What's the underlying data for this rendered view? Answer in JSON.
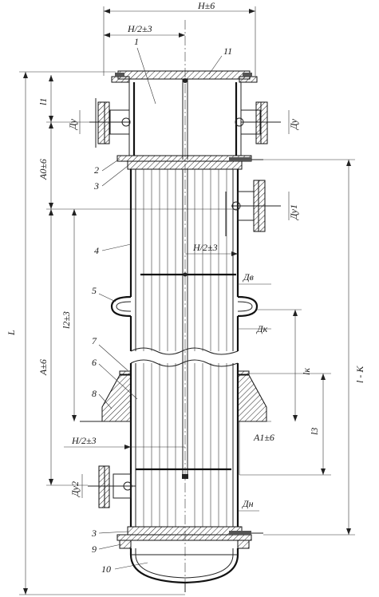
{
  "dimensions": {
    "top_width": "H±6",
    "half_top": "H/2±3",
    "half_mid": "H/2±3",
    "half_bottom": "H/2±3",
    "overall_length": "L",
    "l1": "l1",
    "a0": "A0±6",
    "a": "A±6",
    "l2": "l2±3",
    "lk": "lк",
    "l3": "l3",
    "l_minus_k": "l - K",
    "a1": "A1±6"
  },
  "diameters": {
    "du_left": "Ду",
    "du_right": "Ду",
    "dv": "Дв",
    "dk": "Дк",
    "dn": "Дн",
    "du1": "Ду1",
    "du2": "Ду2"
  },
  "callouts": [
    "1",
    "2",
    "3",
    "4",
    "5",
    "6",
    "7",
    "8",
    "3",
    "9",
    "10",
    "11"
  ]
}
